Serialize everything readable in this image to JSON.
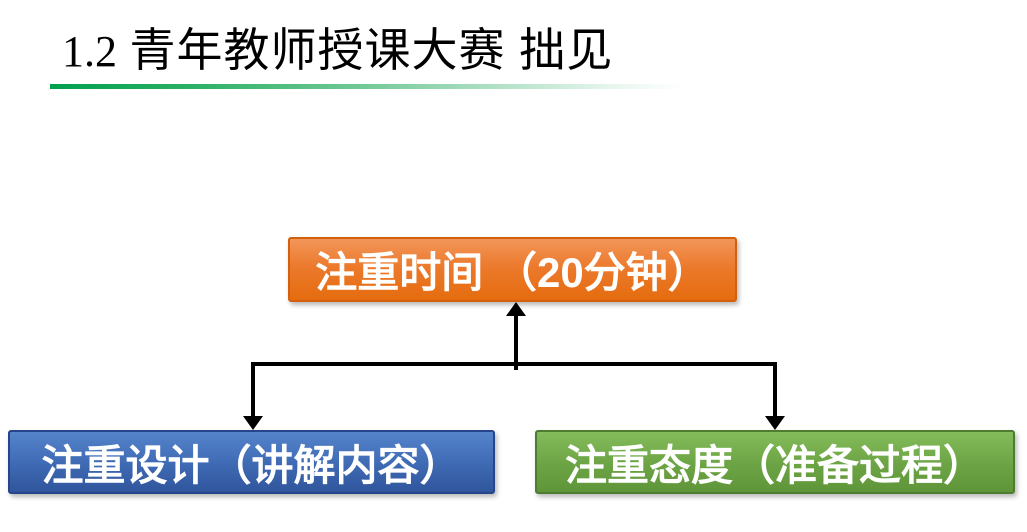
{
  "slide": {
    "background_color": "#FFFFFF",
    "title": {
      "number": "1.2",
      "text": "青年教师授课大赛 拙见",
      "color": "#000000",
      "underline_colors": [
        "#00A04E",
        "#FFFFFF"
      ]
    },
    "diagram": {
      "top_box": {
        "label": "注重时间 （20分钟）",
        "fill": "#EC7A2D",
        "border": "#D2600F",
        "text_color": "#FFFFFF"
      },
      "left_box": {
        "label": "注重设计（讲解内容）",
        "fill": "#3E6AB3",
        "border": "#27458C",
        "text_color": "#FFFFFF"
      },
      "right_box": {
        "label": "注重态度（准备过程）",
        "fill": "#6CA445",
        "border": "#4E7D31",
        "text_color": "#FFFFFF"
      },
      "arrow_color": "#000000"
    }
  }
}
